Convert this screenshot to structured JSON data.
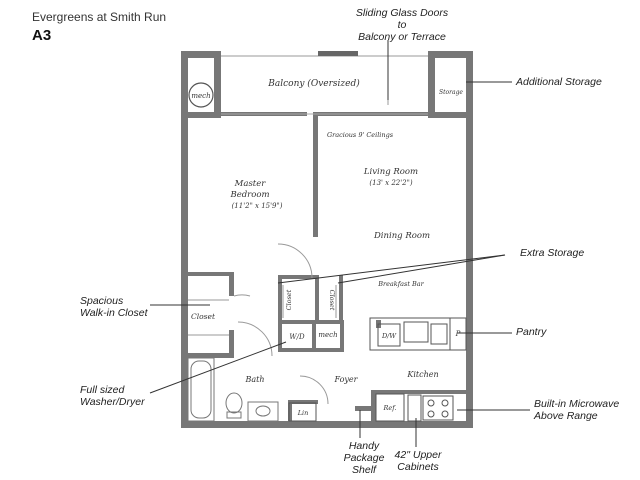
{
  "header": {
    "property_name": "Evergreens at Smith Run",
    "unit_code": "A3"
  },
  "rooms": {
    "balcony": "Balcony (Oversized)",
    "ceilings": "Gracious 9' Ceilings",
    "master_bedroom": "Master",
    "master_bedroom_2": "Bedroom",
    "master_bedroom_dims": "(11'2\" x 15'9\")",
    "living_room": "Living Room",
    "living_room_dims": "(13' x 22'2\")",
    "dining_room": "Dining Room",
    "breakfast_bar": "Breakfast Bar",
    "closet_walkin": "Closet",
    "closet_a": "Closet",
    "closet_b": "Closet",
    "mech_top": "mech",
    "mech_mid": "mech",
    "storage": "Storage",
    "wd": "W/D",
    "dw": "D/W",
    "pantry": "P",
    "bath": "Bath",
    "foyer": "Foyer",
    "kitchen": "Kitchen",
    "ref": "Ref.",
    "lin": "Lin"
  },
  "callouts": {
    "sliding_doors_1": "Sliding Glass Doors to",
    "sliding_doors_2": "Balcony or Terrace",
    "additional_storage": "Additional Storage",
    "extra_storage": "Extra Storage",
    "walkin_1": "Spacious",
    "walkin_2": "Walk-in Closet",
    "pantry": "Pantry",
    "washer_1": "Full sized",
    "washer_2": "Washer/Dryer",
    "microwave_1": "Built-in Microwave",
    "microwave_2": "Above Range",
    "package_1": "Handy",
    "package_2": "Package",
    "package_3": "Shelf",
    "cabinets_1": "42\" Upper",
    "cabinets_2": "Cabinets"
  }
}
